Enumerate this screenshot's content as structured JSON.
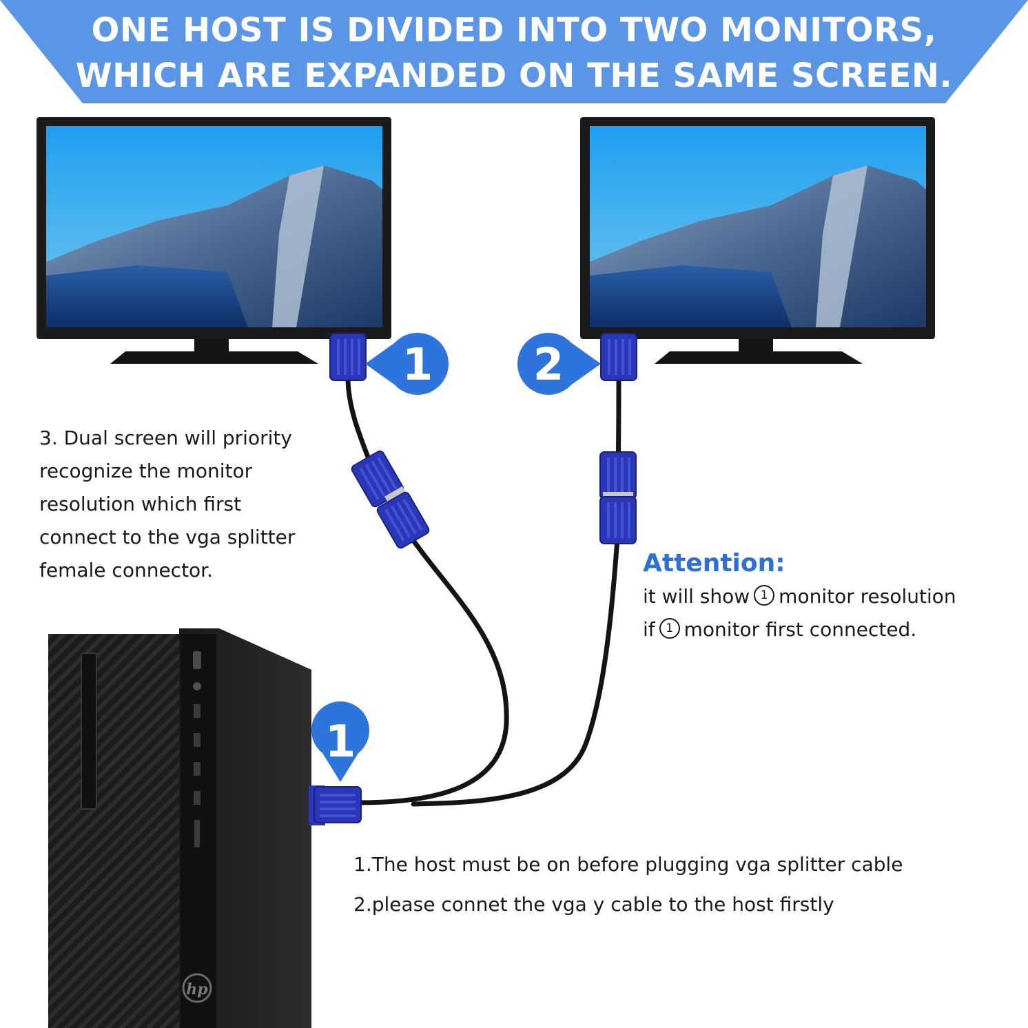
{
  "banner": {
    "line1": "ONE HOST IS DIVIDED INTO TWO MONITORS,",
    "line2": "WHICH ARE EXPANDED ON THE SAME SCREEN.",
    "color": "#5b96e6"
  },
  "markers": {
    "monitor1": "1",
    "monitor2": "2",
    "host": "1",
    "color": "#2e74dd"
  },
  "note_priority": {
    "lines": [
      "3. Dual screen will priority",
      "recognize the monitor",
      "resolution which first",
      "connect to the vga splitter",
      "female connector."
    ]
  },
  "attention": {
    "title": "Attention:",
    "line1_pre": "it will show",
    "line1_num": "1",
    "line1_post": "monitor resolution",
    "line2_pre": "if",
    "line2_num": "1",
    "line2_post": "monitor first connected.",
    "color": "#2e6fd6"
  },
  "steps": {
    "step1": "1.The host must be on before plugging vga splitter cable",
    "step2": "2.please connet the vga y cable to the host firstly"
  },
  "host_logo": "hp",
  "connector_color": "#2b36b8"
}
